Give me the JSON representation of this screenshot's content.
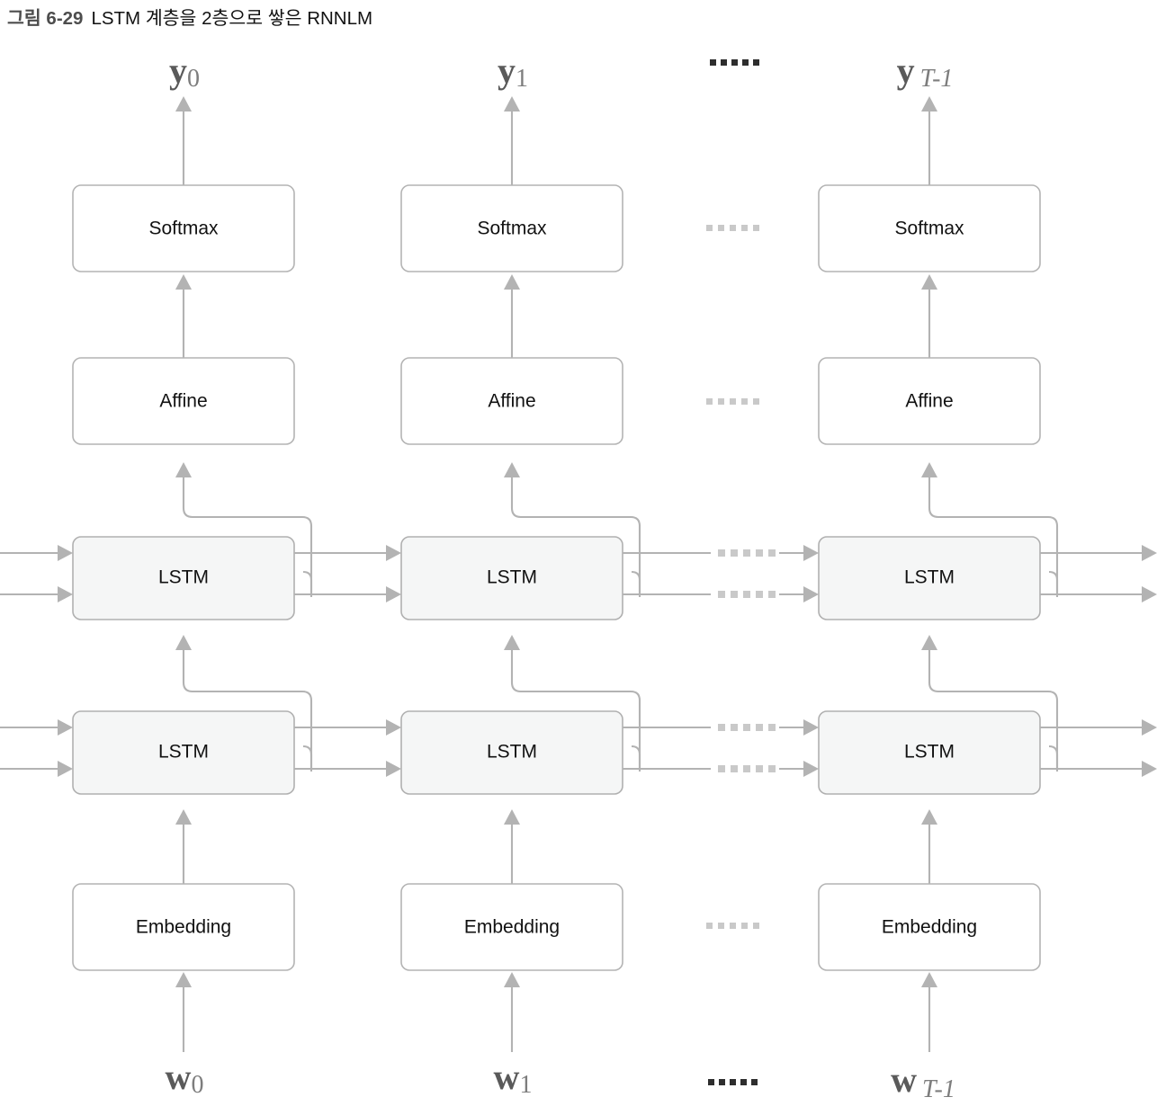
{
  "figure": {
    "number": "그림 6-29",
    "caption": "LSTM 계층을 2층으로 쌓은 RNNLM"
  },
  "colors": {
    "box_border": "#b4b4b4",
    "box_fill": "#ffffff",
    "lstm_fill": "#f5f6f6",
    "wire": "#b3b3b3",
    "label_text": "#5a5a5a",
    "subscript_text": "#7d7d7d",
    "ellipsis_light": "#c9c9c9",
    "ellipsis_dark": "#2e2e2e"
  },
  "layers": {
    "softmax": "Softmax",
    "affine": "Affine",
    "lstm": "LSTM",
    "embedding": "Embedding"
  },
  "columns": [
    {
      "id": "t0",
      "output_label": "y",
      "output_subscript": "0",
      "input_label": "w",
      "input_subscript": "0",
      "boxes": [
        "Softmax",
        "Affine",
        "LSTM",
        "LSTM",
        "Embedding"
      ]
    },
    {
      "id": "t1",
      "output_label": "y",
      "output_subscript": "1",
      "input_label": "w",
      "input_subscript": "1",
      "boxes": [
        "Softmax",
        "Affine",
        "LSTM",
        "LSTM",
        "Embedding"
      ]
    },
    {
      "id": "tT-1",
      "output_label": "y",
      "output_subscript": "T-1",
      "input_label": "w",
      "input_subscript": "T-1",
      "boxes": [
        "Softmax",
        "Affine",
        "LSTM",
        "LSTM",
        "Embedding"
      ]
    }
  ],
  "ellipsis": {
    "glyph": "......",
    "top_row": "......",
    "softmax_row": "......",
    "affine_row": "......",
    "lstm_upper_row": "......",
    "lstm_lower_row": "......",
    "embedding_row": "......",
    "bottom_row": "......"
  }
}
